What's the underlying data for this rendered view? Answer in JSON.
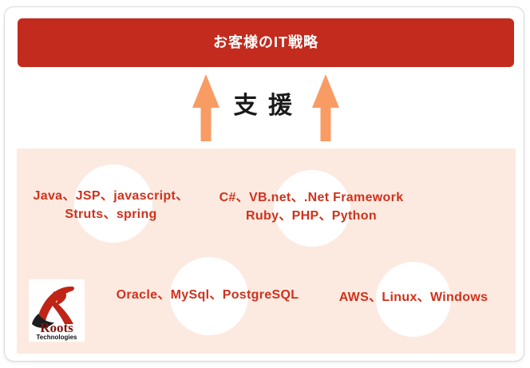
{
  "banner": {
    "label": "お客様のIT戦略"
  },
  "support": {
    "label": "支援"
  },
  "groups": [
    {
      "name": "web-languages",
      "lines": [
        "Java、JSP、javascript、",
        "Struts、spring"
      ]
    },
    {
      "name": "app-languages",
      "lines": [
        "C#、VB.net、.Net Framework",
        "Ruby、PHP、Python"
      ]
    },
    {
      "name": "databases",
      "lines": [
        "Oracle、MySql、PostgreSQL"
      ]
    },
    {
      "name": "infrastructure",
      "lines": [
        "AWS、Linux、Windows"
      ]
    }
  ],
  "logo": {
    "title": "Roots",
    "subtitle": "Technologies"
  },
  "colors": {
    "banner_red": "#c22b1d",
    "panel_pink": "#fceae1",
    "arrow_orange": "#f89c64",
    "text_red": "#d0311b"
  }
}
